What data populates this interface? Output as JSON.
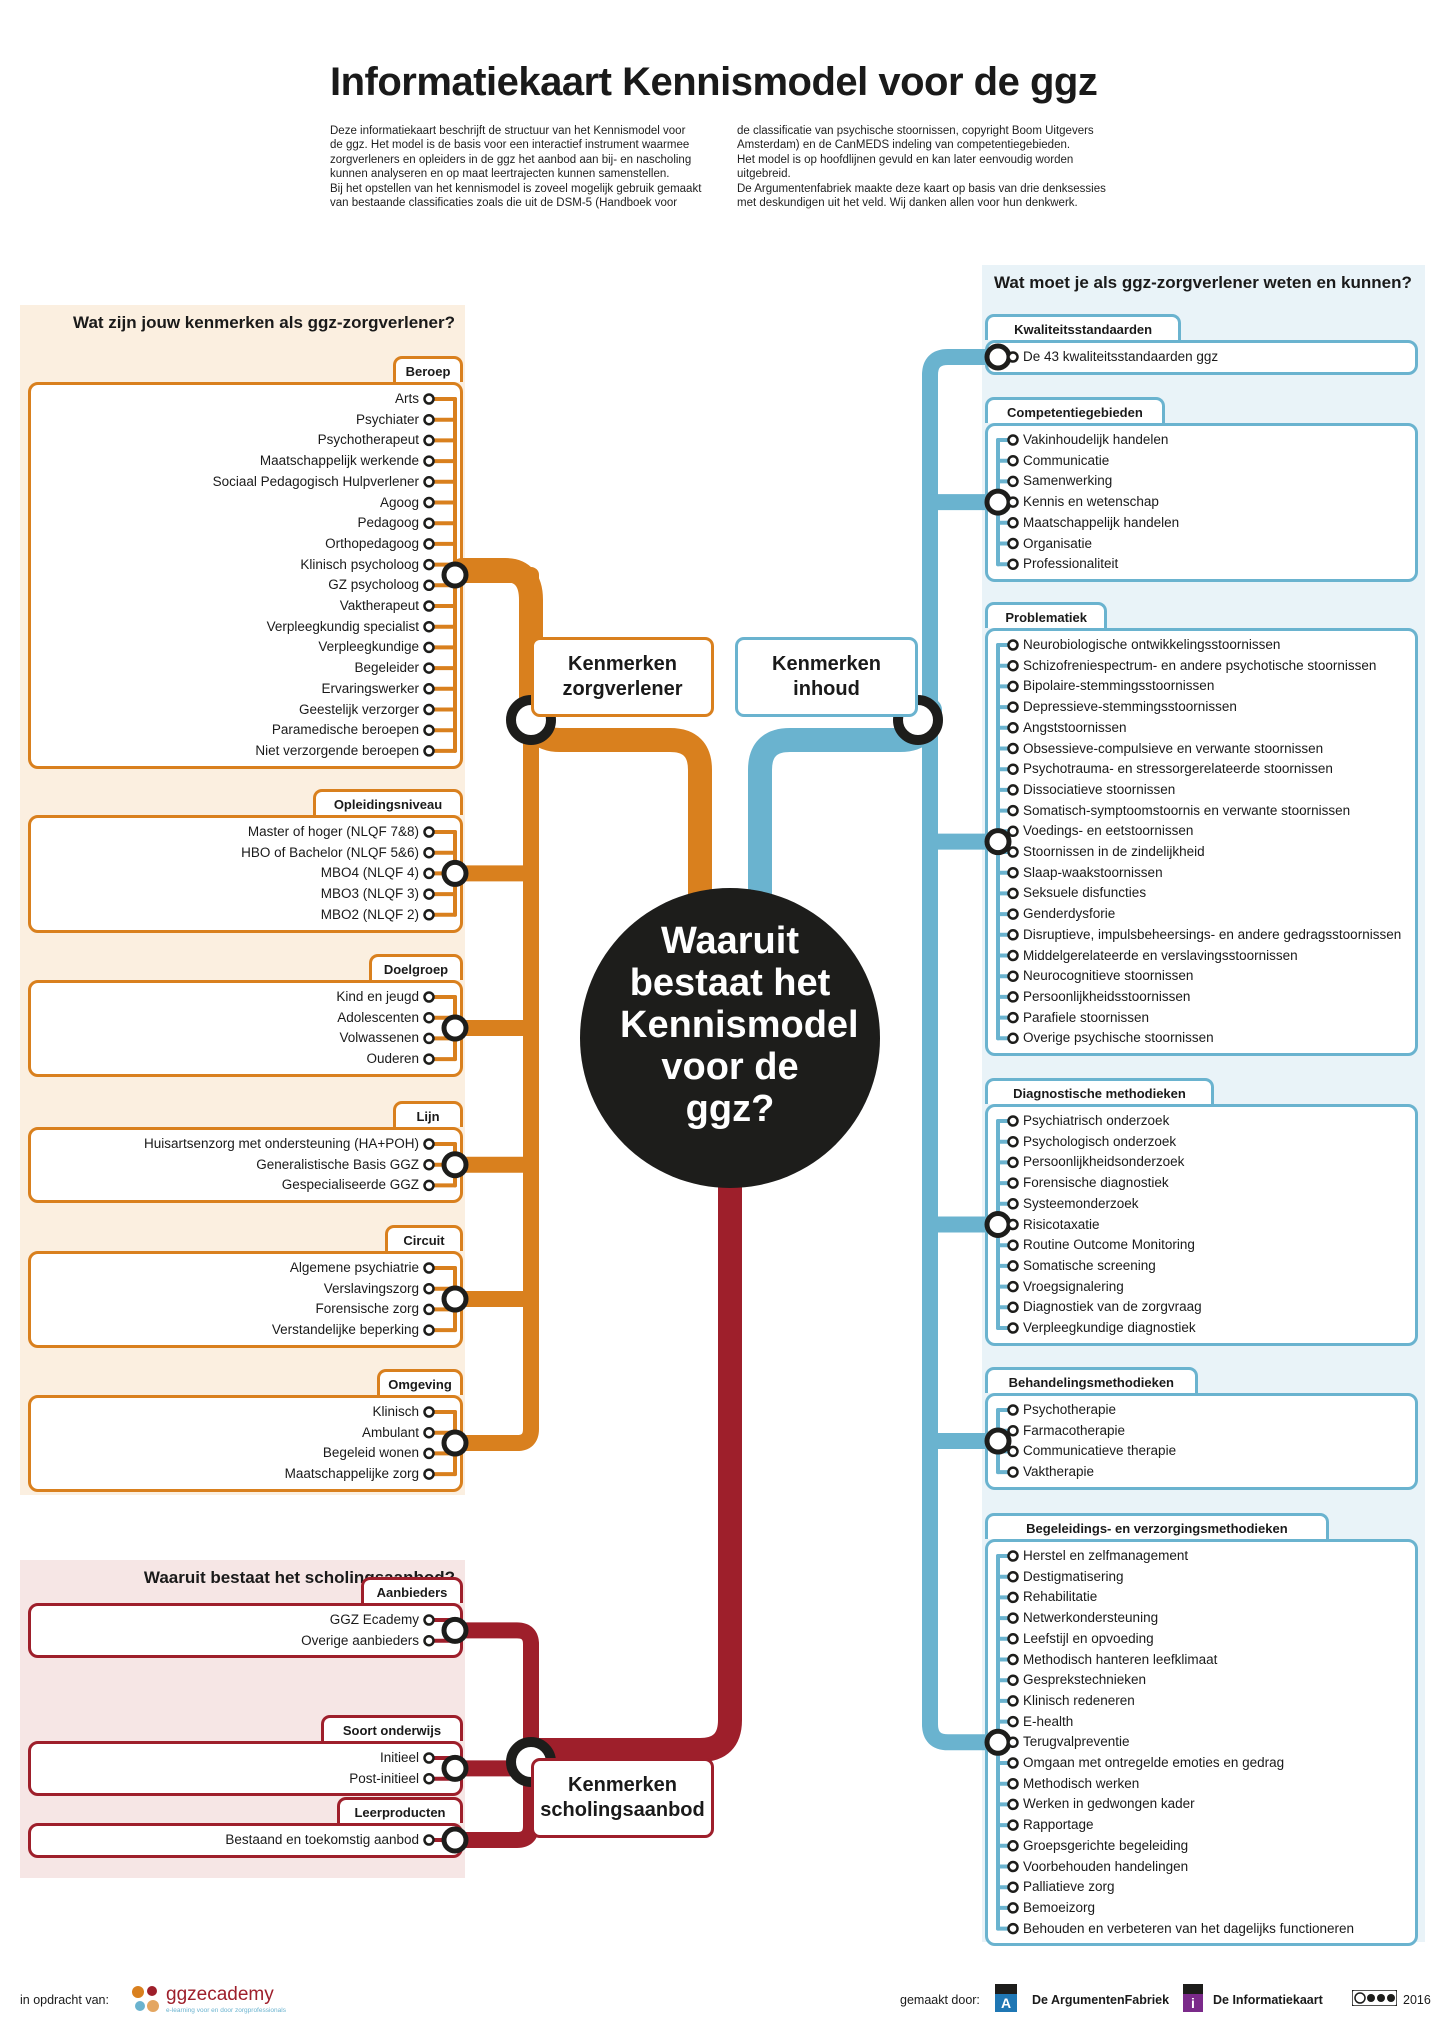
{
  "colors": {
    "orange": "#d9801e",
    "blue": "#6ab3cf",
    "red": "#9e1f2b",
    "dark": "#1d1d1b",
    "orange_bg": "#fbefe0",
    "blue_bg": "#e9f3f8",
    "red_bg": "#f6e6e5"
  },
  "title": "Informatiekaart Kennismodel voor de ggz",
  "intro": {
    "col1": [
      "Deze informatiekaart beschrijft de structuur van het Kennismodel voor",
      "de ggz. Het model is de basis voor een interactief instrument waarmee",
      "zorgverleners en opleiders in de ggz het aanbod aan bij- en nascholing",
      "kunnen analyseren en op maat leertrajecten kunnen samenstellen.",
      "Bij het opstellen van het kennismodel is zoveel mogelijk gebruik gemaakt",
      "van bestaande classificaties zoals die uit de DSM-5 (Handboek voor"
    ],
    "col2": [
      "de classificatie van psychische stoornissen, copyright Boom Uitgevers",
      "Amsterdam) en de CanMEDS indeling van competentiegebieden.",
      "Het model is op hoofdlijnen gevuld en kan later eenvoudig worden",
      "uitgebreid.",
      "De Argumentenfabriek maakte deze kaart op basis van drie denksessies",
      "met deskundigen uit het veld. Wij danken allen voor hun denkwerk."
    ]
  },
  "center_label": "Waaruit bestaat het Kennismodel voor de ggz?",
  "hubs": {
    "zorgverlener": "Kenmerken zorgverlener",
    "inhoud": "Kenmerken inhoud",
    "scholing": "Kenmerken scholingsaanbod"
  },
  "left_panel": {
    "heading": "Wat zijn jouw kenmerken als ggz-zorgverlener?",
    "groups": [
      {
        "title": "Beroep",
        "items": [
          "Arts",
          "Psychiater",
          "Psychotherapeut",
          "Maatschappelijk werkende",
          "Sociaal Pedagogisch Hulpverlener",
          "Agoog",
          "Pedagoog",
          "Orthopedagoog",
          "Klinisch psycholoog",
          "GZ psycholoog",
          "Vaktherapeut",
          "Verpleegkundig specialist",
          "Verpleegkundige",
          "Begeleider",
          "Ervaringswerker",
          "Geestelijk verzorger",
          "Paramedische beroepen",
          "Niet verzorgende beroepen"
        ]
      },
      {
        "title": "Opleidingsniveau",
        "items": [
          "Master of hoger (NLQF 7&8)",
          "HBO of Bachelor (NLQF 5&6)",
          "MBO4 (NLQF 4)",
          "MBO3 (NLQF 3)",
          "MBO2 (NLQF 2)"
        ]
      },
      {
        "title": "Doelgroep",
        "items": [
          "Kind en jeugd",
          "Adolescenten",
          "Volwassenen",
          "Ouderen"
        ]
      },
      {
        "title": "Lijn",
        "items": [
          "Huisartsenzorg met ondersteuning (HA+POH)",
          "Generalistische Basis GGZ",
          "Gespecialiseerde GGZ"
        ]
      },
      {
        "title": "Circuit",
        "items": [
          "Algemene psychiatrie",
          "Verslavingszorg",
          "Forensische zorg",
          "Verstandelijke beperking"
        ]
      },
      {
        "title": "Omgeving",
        "items": [
          "Klinisch",
          "Ambulant",
          "Begeleid wonen",
          "Maatschappelijke zorg"
        ]
      }
    ]
  },
  "scholing_panel": {
    "heading": "Waaruit bestaat het scholingsaanbod?",
    "groups": [
      {
        "title": "Aanbieders",
        "items": [
          "GGZ Ecademy",
          "Overige aanbieders"
        ]
      },
      {
        "title": "Soort onderwijs",
        "items": [
          "Initieel",
          "Post-initieel"
        ]
      },
      {
        "title": "Leerproducten",
        "items": [
          "Bestaand en toekomstig aanbod"
        ]
      }
    ]
  },
  "right_panel": {
    "heading": "Wat moet je als ggz-zorgverlener weten en kunnen?",
    "groups": [
      {
        "title": "Kwaliteitsstandaarden",
        "items": [
          "De 43 kwaliteitsstandaarden ggz"
        ]
      },
      {
        "title": "Competentiegebieden",
        "items": [
          "Vakinhoudelijk handelen",
          "Communicatie",
          "Samenwerking",
          "Kennis en wetenschap",
          "Maatschappelijk handelen",
          "Organisatie",
          "Professionaliteit"
        ]
      },
      {
        "title": "Problematiek",
        "items": [
          "Neurobiologische ontwikkelingsstoornissen",
          "Schizofreniespectrum- en andere psychotische stoornissen",
          "Bipolaire-stemmingsstoornissen",
          "Depressieve-stemmingsstoornissen",
          "Angststoornissen",
          "Obsessieve-compulsieve en verwante stoornissen",
          "Psychotrauma- en stressorgerelateerde stoornissen",
          "Dissociatieve stoornissen",
          "Somatisch-symptoomstoornis en verwante stoornissen",
          "Voedings- en eetstoornissen",
          "Stoornissen in de zindelijkheid",
          "Slaap-waakstoornissen",
          "Seksuele disfuncties",
          "Genderdysforie",
          "Disruptieve, impulsbeheersings- en andere gedragsstoornissen",
          "Middelgerelateerde en verslavingsstoornissen",
          "Neurocognitieve stoornissen",
          "Persoonlijkheidsstoornissen",
          "Parafiele stoornissen",
          "Overige psychische stoornissen"
        ]
      },
      {
        "title": "Diagnostische methodieken",
        "items": [
          "Psychiatrisch onderzoek",
          "Psychologisch onderzoek",
          "Persoonlijkheidsonderzoek",
          "Forensische diagnostiek",
          "Systeemonderzoek",
          "Risicotaxatie",
          "Routine Outcome Monitoring",
          "Somatische screening",
          "Vroegsignalering",
          "Diagnostiek van de zorgvraag",
          "Verpleegkundige diagnostiek"
        ]
      },
      {
        "title": "Behandelingsmethodieken",
        "items": [
          "Psychotherapie",
          "Farmacotherapie",
          "Communicatieve therapie",
          "Vaktherapie"
        ]
      },
      {
        "title": "Begeleidings- en verzorgingsmethodieken",
        "items": [
          "Herstel en zelfmanagement",
          "Destigmatisering",
          "Rehabilitatie",
          "Netwerkondersteuning",
          "Leefstijl en opvoeding",
          "Methodisch hanteren leefklimaat",
          "Gesprekstechnieken",
          "Klinisch redeneren",
          "E-health",
          "Terugvalpreventie",
          "Omgaan met ontregelde emoties en gedrag",
          "Methodisch werken",
          "Werken in gedwongen kader",
          "Rapportage",
          "Groepsgerichte begeleiding",
          "Voorbehouden handelingen",
          "Palliatieve zorg",
          "Bemoeizorg",
          "Behouden en verbeteren van het dagelijks functioneren"
        ]
      }
    ]
  },
  "footer": {
    "commissioned_label": "in opdracht van:",
    "client_logo": "ggzecademy",
    "client_tagline": "e-learning voor en door zorgprofessionals",
    "made_by_label": "gemaakt door:",
    "maker1": "De ArgumentenFabriek",
    "maker1_icon": "A",
    "maker2": "De Informatiekaart",
    "maker2_icon": "i",
    "license_icon": "cc-by-nc-nd-icon",
    "year": "2016"
  }
}
